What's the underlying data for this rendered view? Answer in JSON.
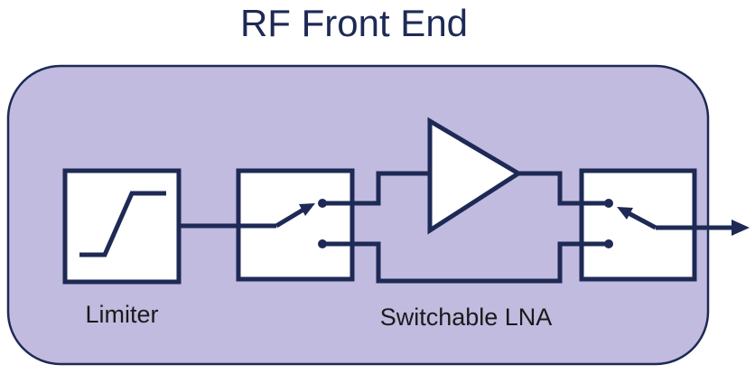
{
  "diagram": {
    "title": "RF Front End",
    "limiter_label": "Limiter",
    "lna_label": "Switchable LNA",
    "colors": {
      "panel_fill": "#c0bbdf",
      "stroke": "#1e2a55",
      "block_fill": "#ffffff",
      "title_text": "#1e2a55",
      "label_text": "#1a1a1a"
    }
  }
}
